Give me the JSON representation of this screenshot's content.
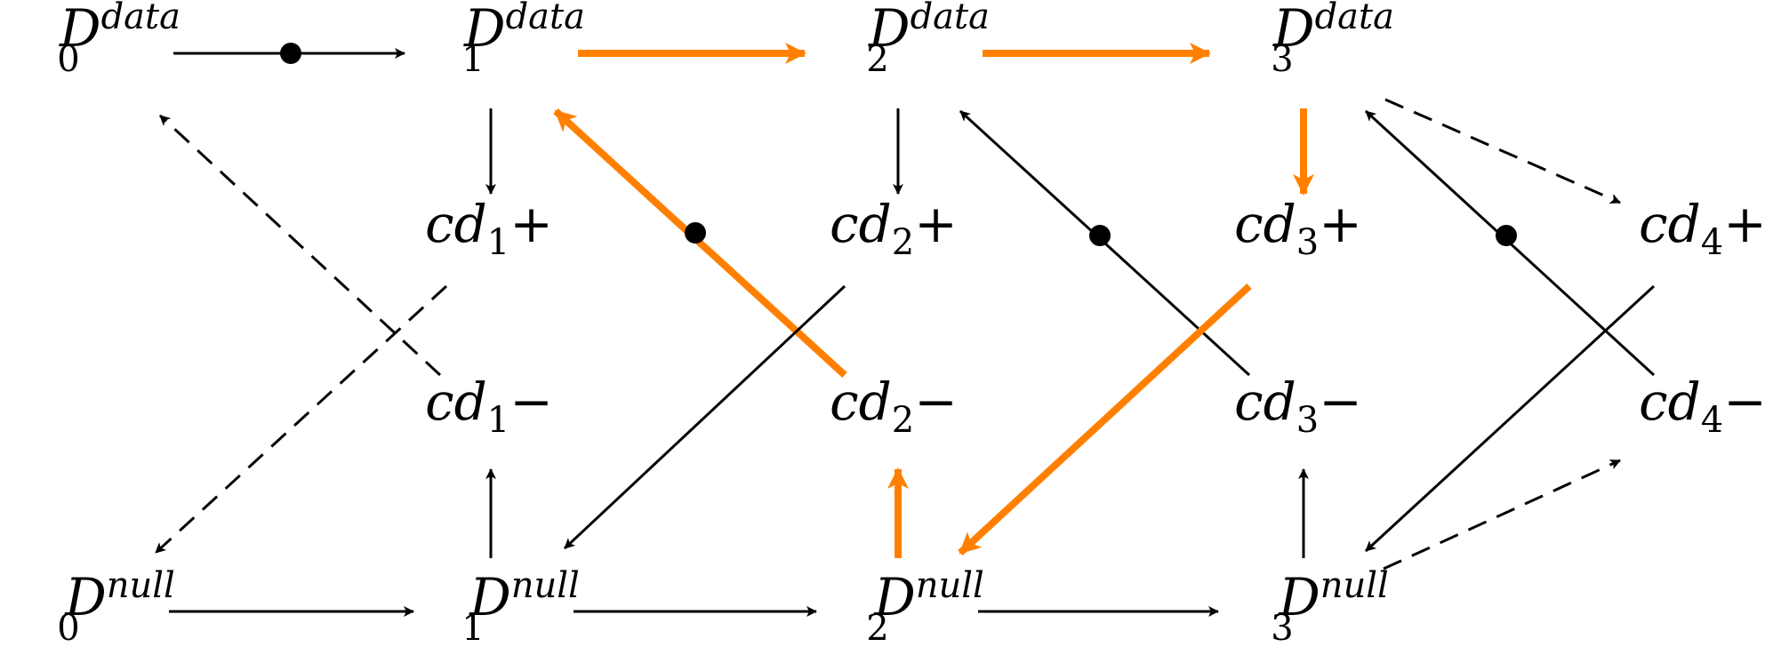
{
  "colors": {
    "black": "#000000",
    "orange": "#ff8000"
  },
  "nodes": [
    {
      "id": "D0data",
      "base": "D",
      "index": "0",
      "sup": "data"
    },
    {
      "id": "D1data",
      "base": "D",
      "index": "1",
      "sup": "data"
    },
    {
      "id": "D2data",
      "base": "D",
      "index": "2",
      "sup": "data"
    },
    {
      "id": "D3data",
      "base": "D",
      "index": "3",
      "sup": "data"
    },
    {
      "id": "D0null",
      "base": "D",
      "index": "0",
      "sup": "null"
    },
    {
      "id": "D1null",
      "base": "D",
      "index": "1",
      "sup": "null"
    },
    {
      "id": "D2null",
      "base": "D",
      "index": "2",
      "sup": "null"
    },
    {
      "id": "D3null",
      "base": "D",
      "index": "3",
      "sup": "null"
    },
    {
      "id": "cd1p",
      "base": "cd",
      "index": "1",
      "suffix": "+"
    },
    {
      "id": "cd2p",
      "base": "cd",
      "index": "2",
      "suffix": "+"
    },
    {
      "id": "cd3p",
      "base": "cd",
      "index": "3",
      "suffix": "+"
    },
    {
      "id": "cd4p",
      "base": "cd",
      "index": "4",
      "suffix": "+"
    },
    {
      "id": "cd1m",
      "base": "cd",
      "index": "1",
      "suffix": "−"
    },
    {
      "id": "cd2m",
      "base": "cd",
      "index": "2",
      "suffix": "−"
    },
    {
      "id": "cd3m",
      "base": "cd",
      "index": "3",
      "suffix": "−"
    },
    {
      "id": "cd4m",
      "base": "cd",
      "index": "4",
      "suffix": "−"
    }
  ],
  "edges": [
    {
      "from": "D0data",
      "to": "D1data",
      "style": "solid",
      "color": "black",
      "dot": true
    },
    {
      "from": "D1data",
      "to": "D2data",
      "style": "solid",
      "color": "orange"
    },
    {
      "from": "D2data",
      "to": "D3data",
      "style": "solid",
      "color": "orange"
    },
    {
      "from": "D1data",
      "to": "cd1p",
      "style": "solid",
      "color": "black"
    },
    {
      "from": "D2data",
      "to": "cd2p",
      "style": "solid",
      "color": "black"
    },
    {
      "from": "D3data",
      "to": "cd3p",
      "style": "solid",
      "color": "orange"
    },
    {
      "from": "D3data",
      "to": "cd4p",
      "style": "dashed",
      "color": "black"
    },
    {
      "from": "cd1m",
      "to": "D0data",
      "style": "dashed",
      "color": "black"
    },
    {
      "from": "cd1p",
      "to": "D0null",
      "style": "dashed",
      "color": "black"
    },
    {
      "from": "cd2m",
      "to": "D1data",
      "style": "solid",
      "color": "orange",
      "dot": true
    },
    {
      "from": "cd2p",
      "to": "D1null",
      "style": "solid",
      "color": "black"
    },
    {
      "from": "cd3m",
      "to": "D2data",
      "style": "solid",
      "color": "black",
      "dot": true
    },
    {
      "from": "cd3p",
      "to": "D2null",
      "style": "solid",
      "color": "orange"
    },
    {
      "from": "cd4m",
      "to": "D3data",
      "style": "solid",
      "color": "black",
      "dot": true
    },
    {
      "from": "cd4p",
      "to": "D3null",
      "style": "solid",
      "color": "black"
    },
    {
      "from": "D1null",
      "to": "cd1m",
      "style": "solid",
      "color": "black"
    },
    {
      "from": "D2null",
      "to": "cd2m",
      "style": "solid",
      "color": "orange"
    },
    {
      "from": "D3null",
      "to": "cd3m",
      "style": "solid",
      "color": "black"
    },
    {
      "from": "D3null",
      "to": "cd4m",
      "style": "dashed",
      "color": "black"
    },
    {
      "from": "D0null",
      "to": "D1null",
      "style": "solid",
      "color": "black"
    },
    {
      "from": "D1null",
      "to": "D2null",
      "style": "solid",
      "color": "black"
    },
    {
      "from": "D2null",
      "to": "D3null",
      "style": "solid",
      "color": "black"
    }
  ]
}
